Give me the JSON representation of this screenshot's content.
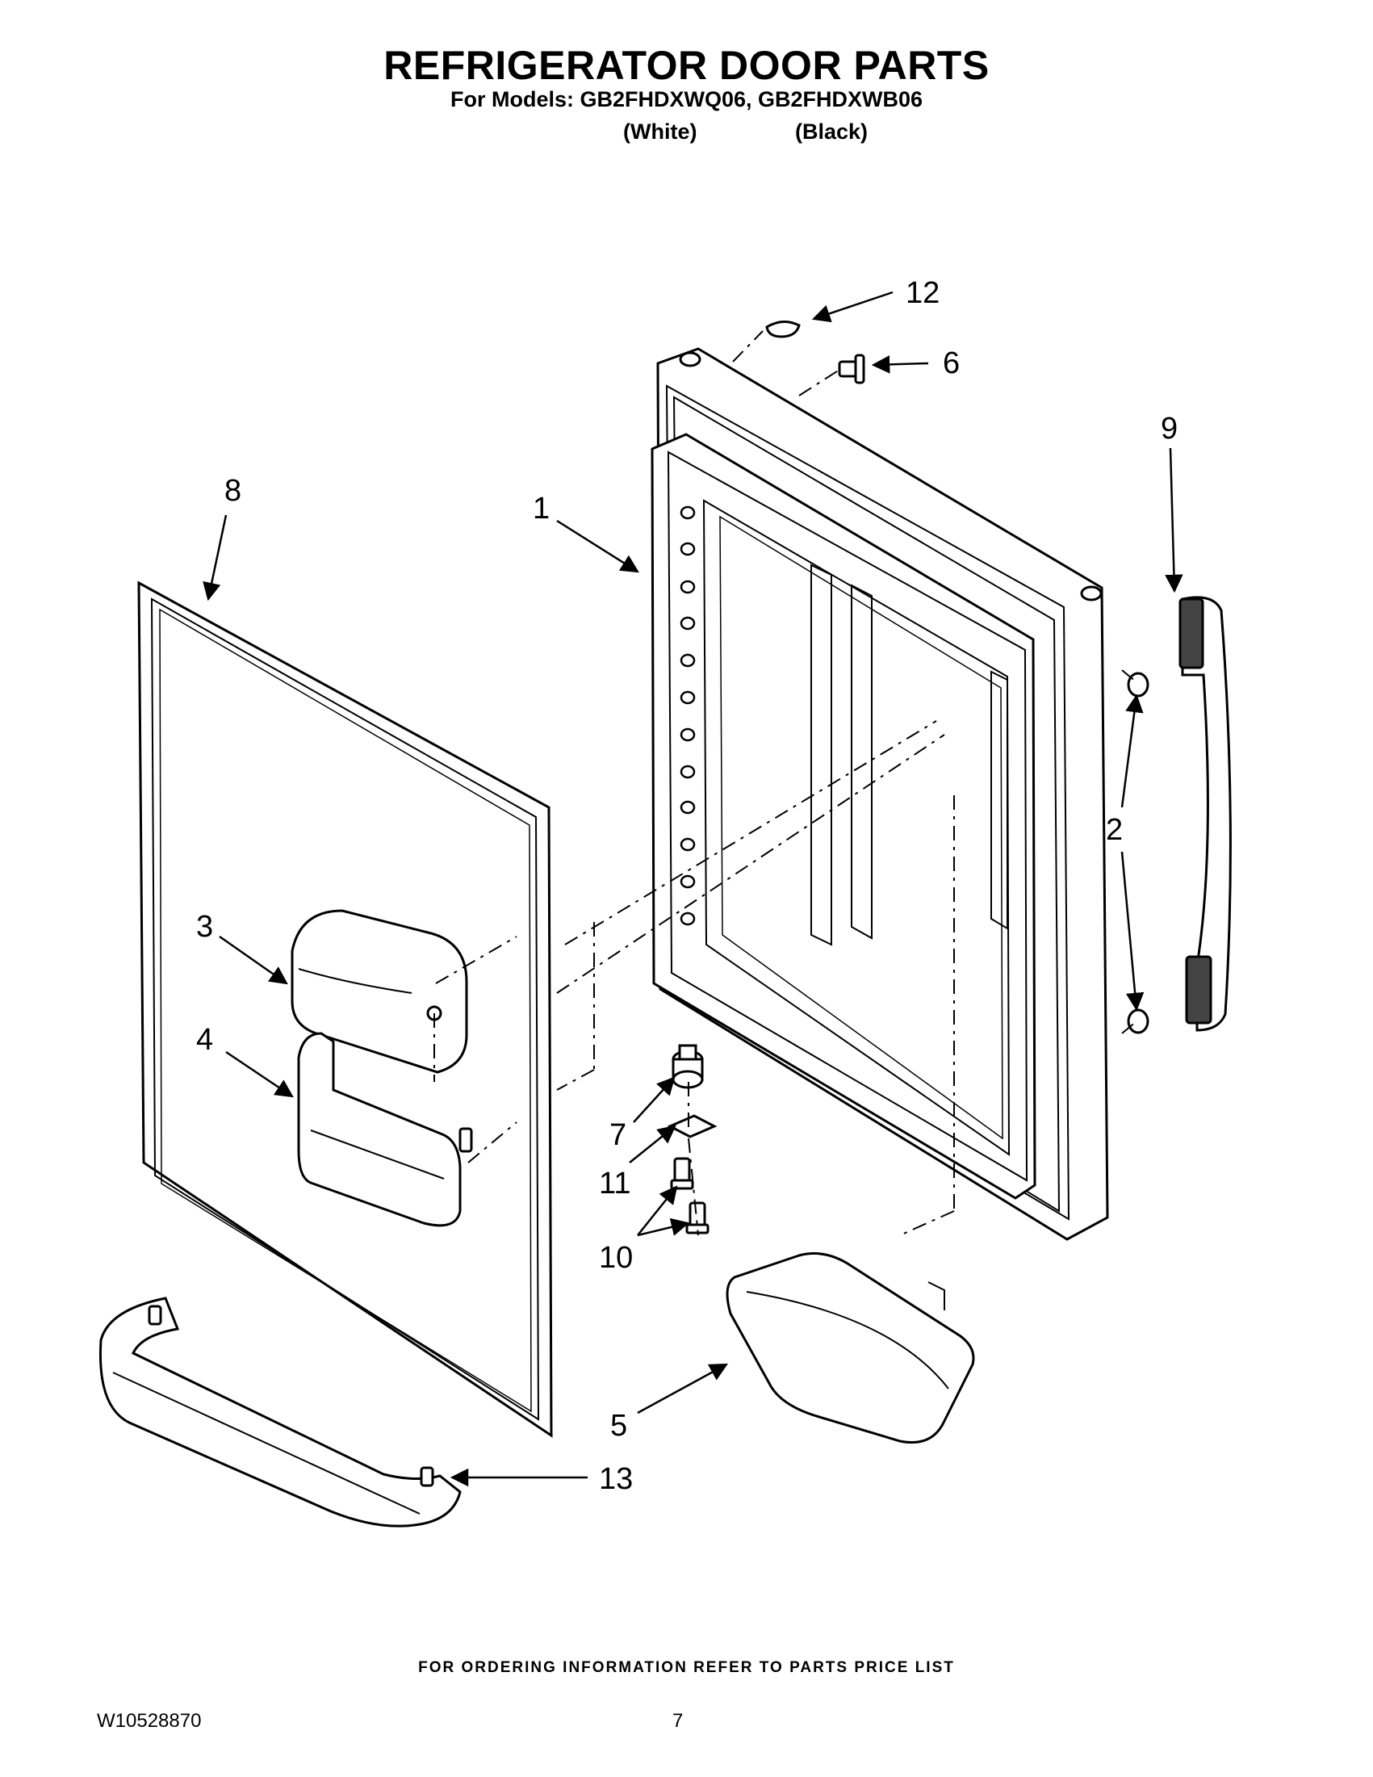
{
  "header": {
    "title": "REFRIGERATOR DOOR PARTS",
    "models": "For Models: GB2FHDXWQ06, GB2FHDXWB06",
    "variant_white": "(White)",
    "variant_black": "(Black)"
  },
  "callouts": {
    "c1": "1",
    "c2": "2",
    "c3": "3",
    "c4": "4",
    "c5": "5",
    "c6": "6",
    "c7": "7",
    "c8": "8",
    "c9": "9",
    "c10": "10",
    "c11": "11",
    "c12": "12",
    "c13": "13"
  },
  "footer": {
    "ordering_note": "FOR ORDERING INFORMATION REFER TO PARTS PRICE LIST",
    "document_number": "W10528870",
    "page_number": "7"
  }
}
